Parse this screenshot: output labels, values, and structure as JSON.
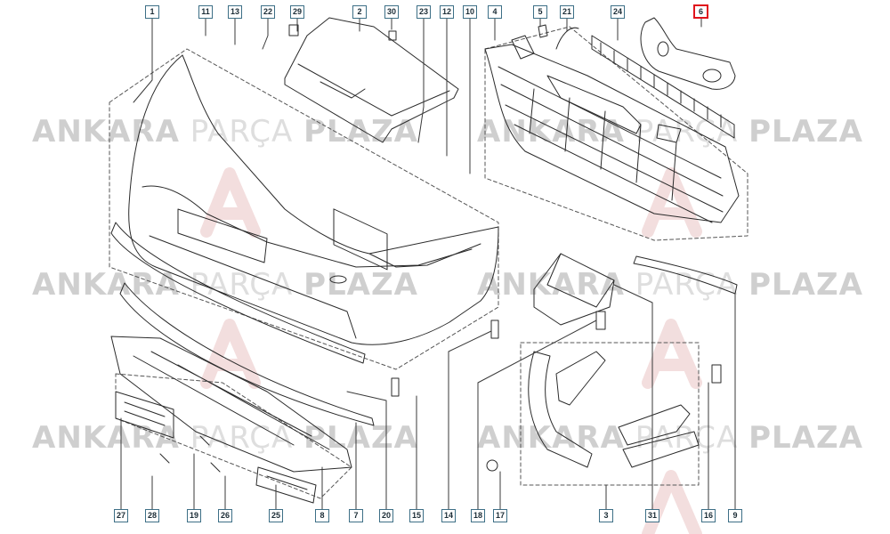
{
  "watermark": {
    "word1": "ANKARA",
    "word2": "PARÇA",
    "word3": "PLAZA"
  },
  "highlight_color": "#e0141c",
  "callouts": {
    "c1": "1",
    "c11": "11",
    "c13": "13",
    "c22": "22",
    "c29": "29",
    "c2": "2",
    "c30": "30",
    "c23": "23",
    "c12": "12",
    "c10": "10",
    "c4": "4",
    "c5": "5",
    "c21": "21",
    "c24": "24",
    "c6": "6",
    "c27": "27",
    "c28": "28",
    "c19": "19",
    "c26": "26",
    "c25": "25",
    "c8": "8",
    "c7": "7",
    "c20": "20",
    "c15": "15",
    "c14": "14",
    "c18": "18",
    "c17": "17",
    "c3": "3",
    "c31": "31",
    "c16": "16",
    "c9": "9"
  }
}
